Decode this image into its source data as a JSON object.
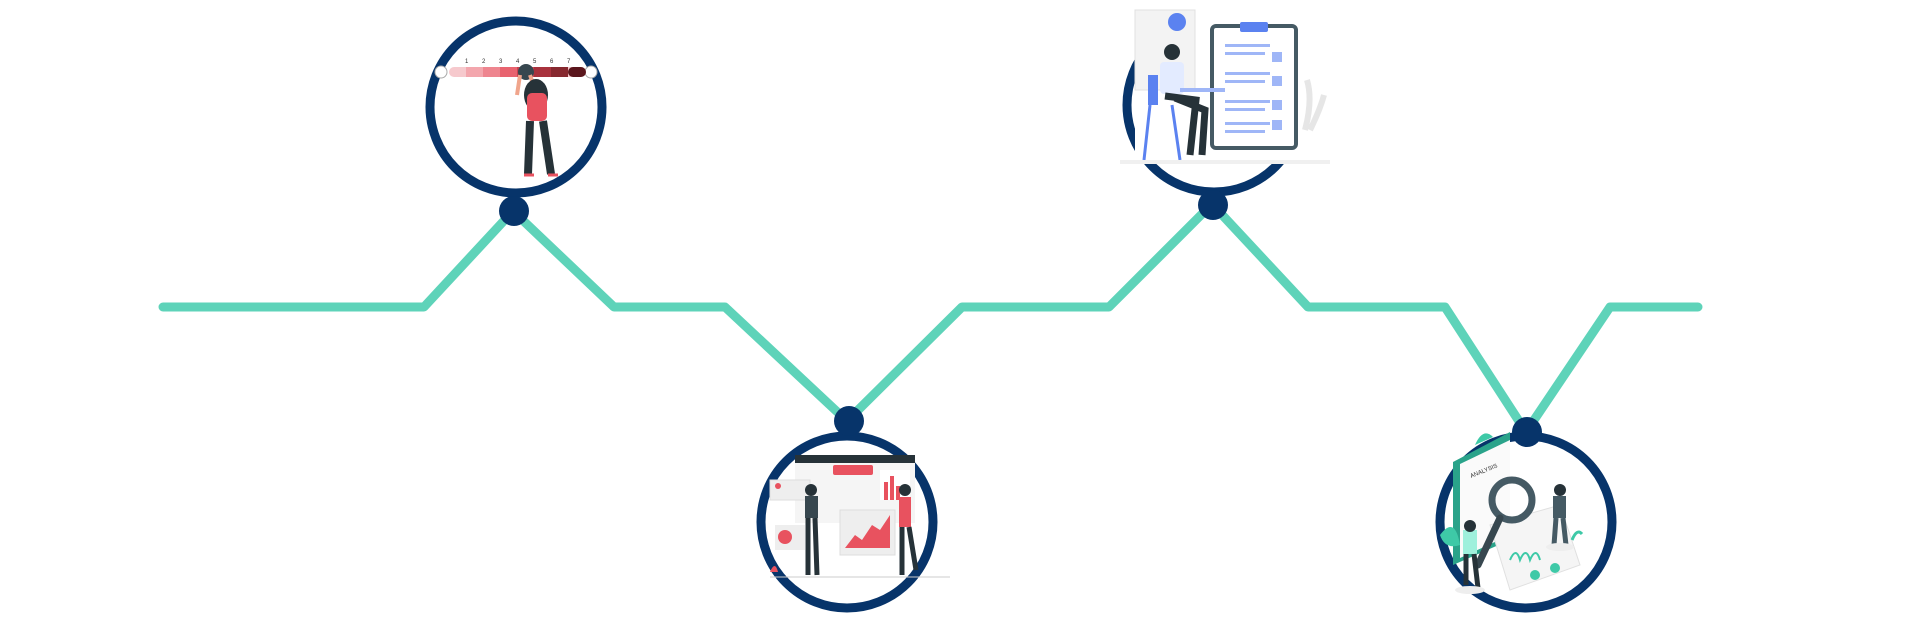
{
  "colors": {
    "path": "#5ed3b9",
    "node": "#07346a",
    "accent_red": "#e8525f",
    "accent_teal": "#3ec9a7",
    "accent_blue": "#5b82f0",
    "dark": "#263238"
  },
  "milestones": [
    {
      "name": "rating-scale",
      "position": "top"
    },
    {
      "name": "data-dashboard",
      "position": "bottom"
    },
    {
      "name": "idea-checklist",
      "position": "top"
    },
    {
      "name": "analysis",
      "position": "bottom"
    }
  ],
  "scale_labels": [
    "1",
    "2",
    "3",
    "4",
    "5",
    "6",
    "7"
  ],
  "analysis_label": "ANALYSIS"
}
